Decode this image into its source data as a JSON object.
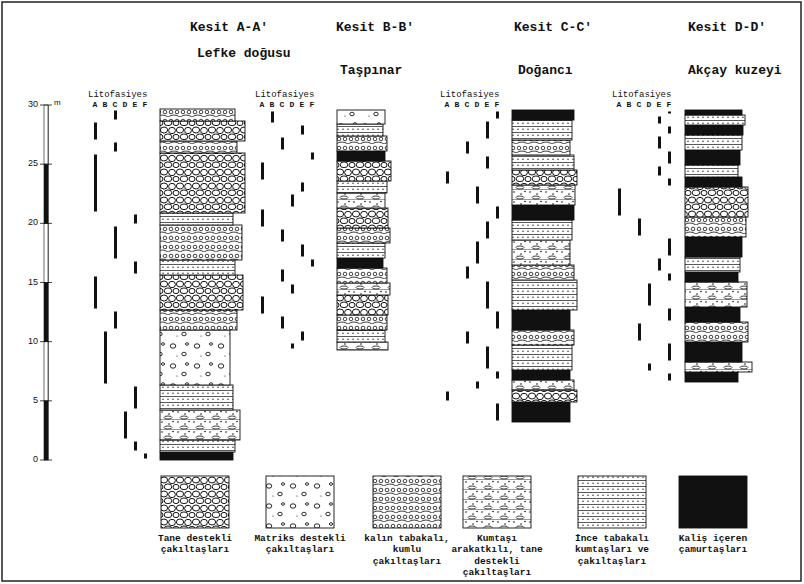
{
  "diagram": {
    "labels": [
      "Kesit A-A'",
      "Lefke doğusu",
      "Kesit B-B'",
      "Taşpınar",
      "Kesit C-C'",
      "Doğancı",
      "Kesit D-D'",
      "Akçay kuzeyi",
      "m",
      "30",
      "25",
      "20",
      "15",
      "10",
      "5",
      "0",
      "Litofasiyes",
      "A",
      "B",
      "C",
      "D",
      "E",
      "F",
      "Litofasiyes",
      "A",
      "B",
      "C",
      "D",
      "E",
      "F",
      "Litofasiyes",
      "A",
      "B",
      "C",
      "D",
      "E",
      "F",
      "Litofasiyes",
      "A",
      "B",
      "C",
      "D",
      "E",
      "F"
    ],
    "legend": [
      {
        "text": "Tane destekli çakıltaşları"
      },
      {
        "text": "Matriks destekli çakıltaşları"
      },
      {
        "text": "kalın tabakalı, kumlu çakıltaşları"
      },
      {
        "text": "Kumtaşı arakatkılı, tane destekli çakıltaşları"
      },
      {
        "text": "İnce tabakalı kumtaşları ve çakıltaşları"
      },
      {
        "text": "Kaliş içeren çamurtaşları"
      }
    ]
  }
}
